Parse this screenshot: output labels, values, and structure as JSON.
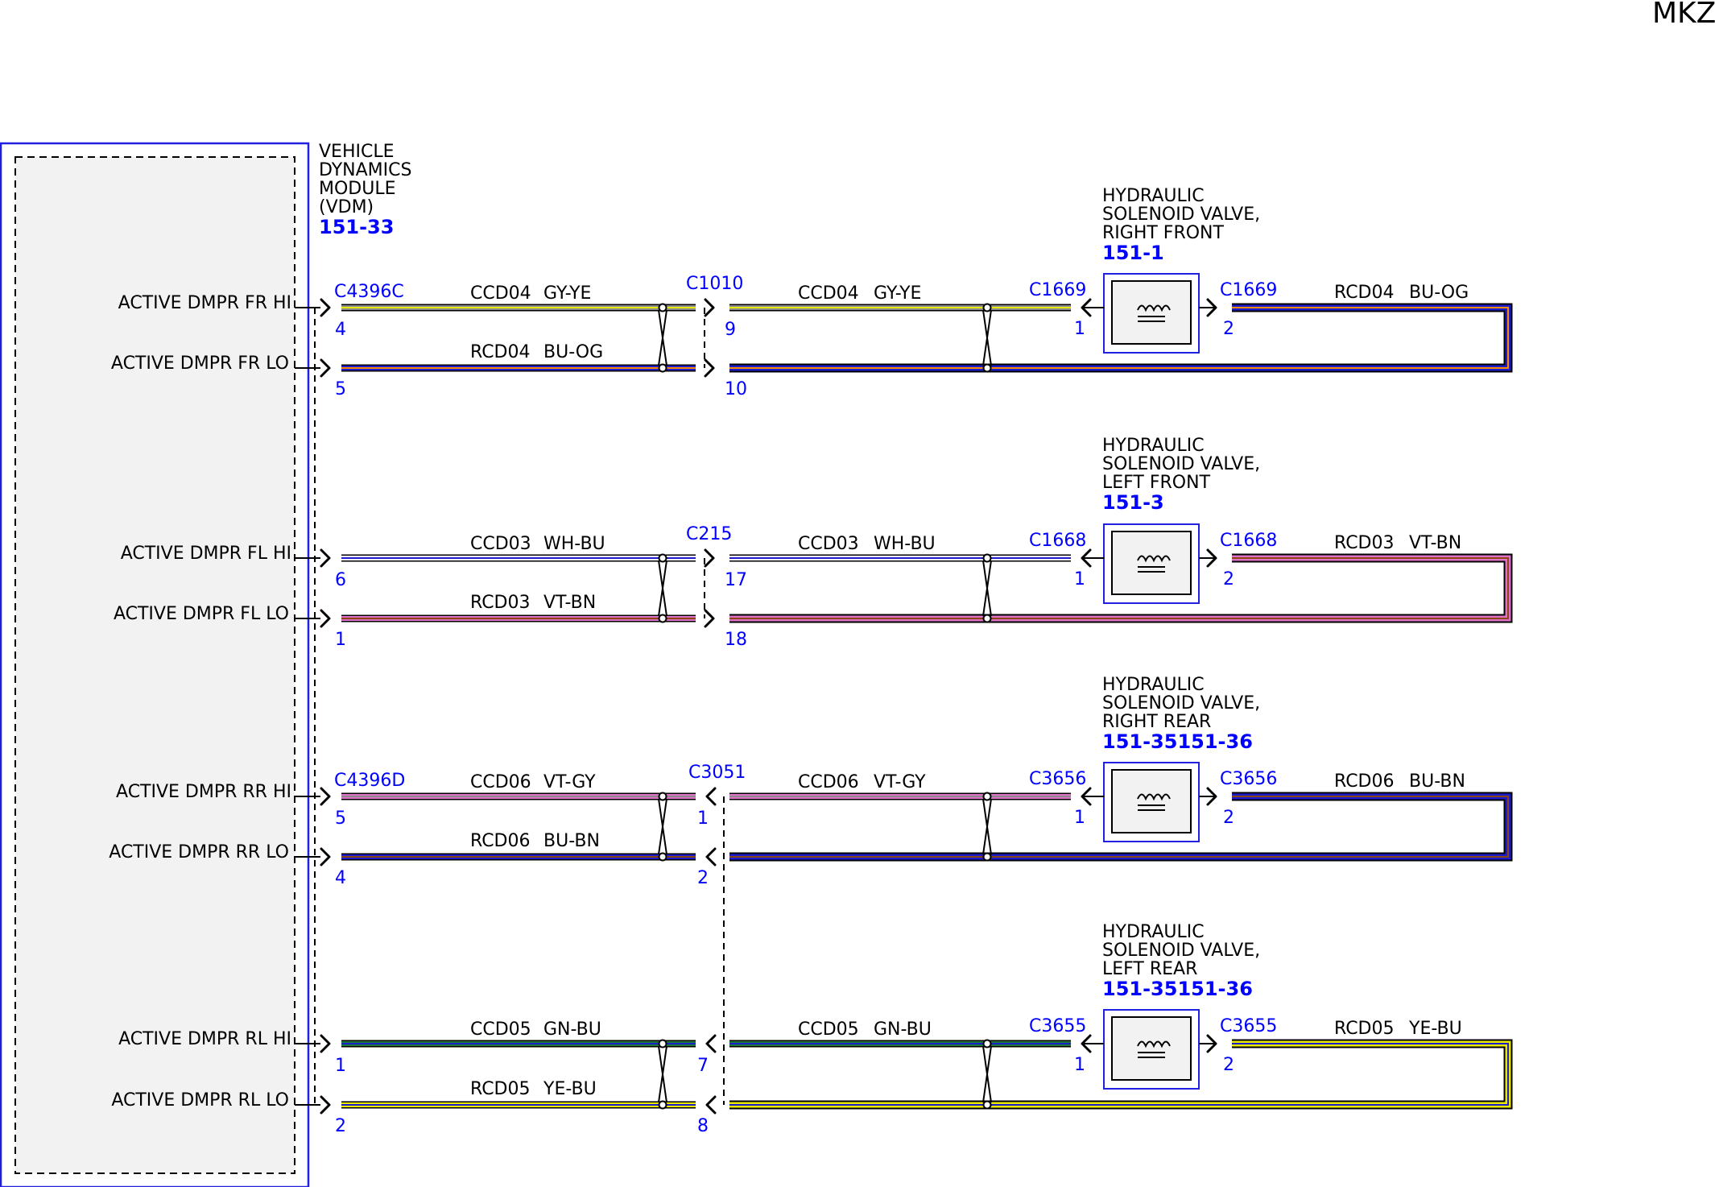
{
  "corner_label": "MKZ",
  "module": {
    "name_lines": [
      "VEHICLE",
      "DYNAMICS",
      "MODULE",
      "(VDM)"
    ],
    "ref": "151-33"
  },
  "colors": {
    "GY": "#8c8c8c",
    "YE": "#e8e800",
    "BU": "#1c1ccc",
    "OG": "#ff8c00",
    "WH": "#ffffff",
    "VT": "#e070c8",
    "BN": "#8b4513",
    "GN": "#1a7a3a",
    "blue_text": "#0000ff",
    "frame": "#2020e0",
    "module_fill": "#f2f2f2"
  },
  "circuits": [
    {
      "id": "fr",
      "hi": {
        "label": "ACTIVE DMPR FR HI",
        "circuit": "CCD04",
        "color_code": "GY-YE",
        "base": "GY",
        "stripe": "YE",
        "vdm_pin": "4",
        "inline_pin": "9"
      },
      "lo": {
        "label": "ACTIVE DMPR FR LO",
        "circuit": "RCD04",
        "color_code": "BU-OG",
        "base": "BU",
        "stripe": "OG",
        "vdm_pin": "5",
        "inline_pin": "10"
      },
      "vdm_connector": "C4396C",
      "inline_connector": "C1010",
      "inline_dir": "right",
      "device": {
        "name_lines": [
          "HYDRAULIC",
          "SOLENOID VALVE,",
          "RIGHT FRONT"
        ],
        "ref": "151-1",
        "connector": "C1669",
        "pin_in": "1",
        "pin_out": "2"
      }
    },
    {
      "id": "fl",
      "hi": {
        "label": "ACTIVE DMPR FL HI",
        "circuit": "CCD03",
        "color_code": "WH-BU",
        "base": "WH",
        "stripe": "BU",
        "vdm_pin": "6",
        "inline_pin": "17"
      },
      "lo": {
        "label": "ACTIVE DMPR FL LO",
        "circuit": "RCD03",
        "color_code": "VT-BN",
        "base": "VT",
        "stripe": "BN",
        "vdm_pin": "1",
        "inline_pin": "18"
      },
      "vdm_connector": "",
      "inline_connector": "C215",
      "inline_dir": "right",
      "device": {
        "name_lines": [
          "HYDRAULIC",
          "SOLENOID VALVE,",
          "LEFT FRONT"
        ],
        "ref": "151-3",
        "connector": "C1668",
        "pin_in": "1",
        "pin_out": "2"
      }
    },
    {
      "id": "rr",
      "hi": {
        "label": "ACTIVE DMPR RR HI",
        "circuit": "CCD06",
        "color_code": "VT-GY",
        "base": "VT",
        "stripe": "GY",
        "vdm_pin": "5",
        "inline_pin": "1"
      },
      "lo": {
        "label": "ACTIVE DMPR RR LO",
        "circuit": "RCD06",
        "color_code": "BU-BN",
        "base": "BU",
        "stripe": "BN",
        "vdm_pin": "4",
        "inline_pin": "2"
      },
      "vdm_connector": "C4396D",
      "inline_connector": "C3051",
      "inline_dir": "left",
      "device": {
        "name_lines": [
          "HYDRAULIC",
          "SOLENOID VALVE,",
          "RIGHT REAR"
        ],
        "ref": "151-35151-36",
        "connector": "C3656",
        "pin_in": "1",
        "pin_out": "2"
      }
    },
    {
      "id": "rl",
      "hi": {
        "label": "ACTIVE DMPR RL HI",
        "circuit": "CCD05",
        "color_code": "GN-BU",
        "base": "GN",
        "stripe": "BU",
        "vdm_pin": "1",
        "inline_pin": "7"
      },
      "lo": {
        "label": "ACTIVE DMPR RL LO",
        "circuit": "RCD05",
        "color_code": "YE-BU",
        "base": "YE",
        "stripe": "BU",
        "vdm_pin": "2",
        "inline_pin": "8"
      },
      "vdm_connector": "",
      "inline_connector": "",
      "inline_dir": "left",
      "device": {
        "name_lines": [
          "HYDRAULIC",
          "SOLENOID VALVE,",
          "LEFT REAR"
        ],
        "ref": "151-35151-36",
        "connector": "C3655",
        "pin_in": "1",
        "pin_out": "2"
      }
    }
  ]
}
